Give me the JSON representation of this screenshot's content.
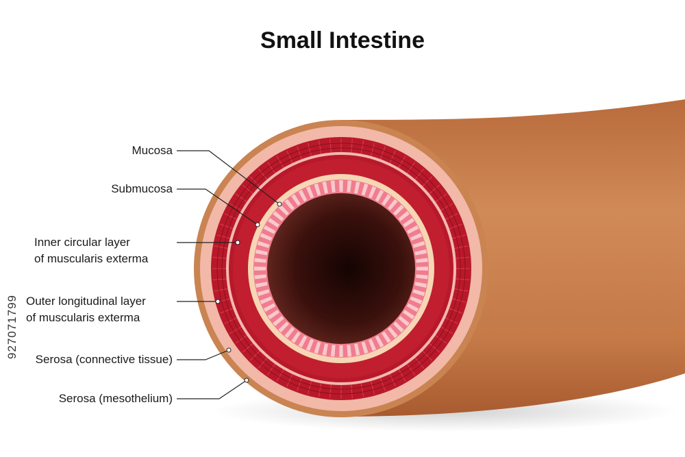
{
  "title": "Small Intestine",
  "labels": {
    "mucosa": "Mucosa",
    "submucosa": "Submucosa",
    "inner_circular_1": "Inner circular layer",
    "inner_circular_2": "of muscularis exterma",
    "outer_longitudinal_1": "Outer longitudinal layer",
    "outer_longitudinal_2": "of muscularis exterma",
    "serosa_connective": "Serosa (connective tissue)",
    "serosa_mesothelium": "Serosa (mesothelium)"
  },
  "side_code": "927071799",
  "colors": {
    "tube": "#c8804f",
    "muscle": "#b8192a",
    "muscle_dark": "#8e0f1d",
    "serosa": "#f2b8a8",
    "submucosa": "#f6d6b4",
    "villi": "#f07d8c",
    "lumen": "#2a0a08"
  }
}
